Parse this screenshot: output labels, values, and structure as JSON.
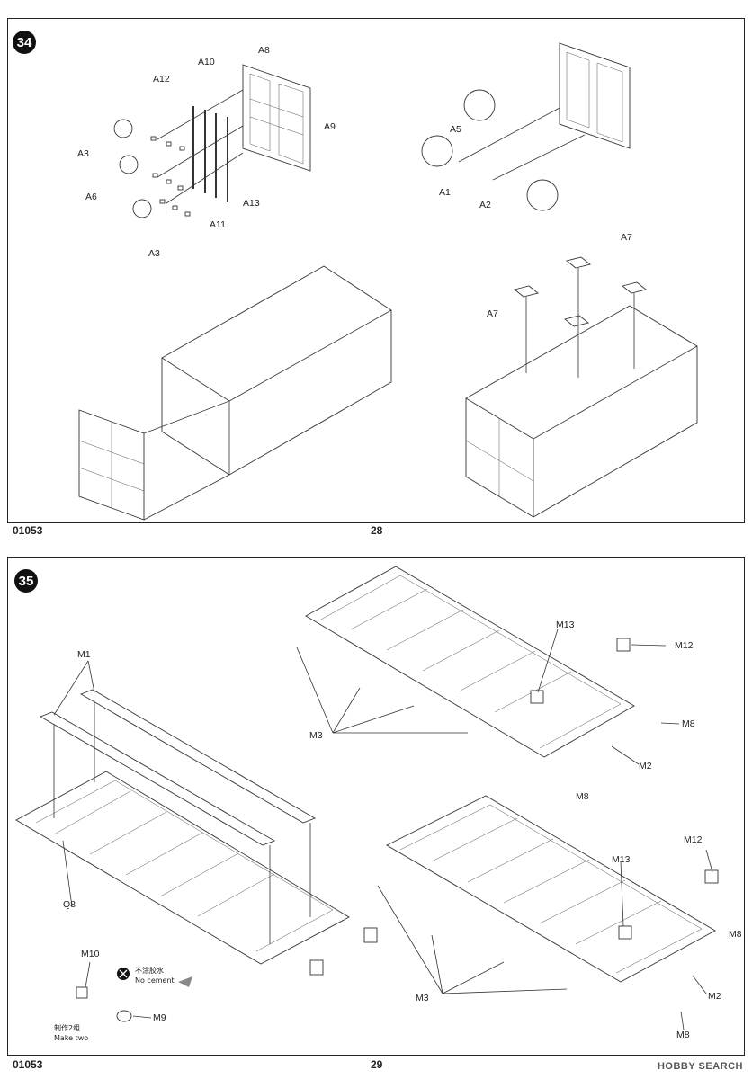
{
  "page28": {
    "step": "34",
    "doc_number": "01053",
    "page_number": "28",
    "labels": {
      "a8": "A8",
      "a9": "A9",
      "a10": "A10",
      "a11": "A11",
      "a12": "A12",
      "a13": "A13",
      "a3_top": "A3",
      "a3_bottom": "A3",
      "a6": "A6",
      "a5": "A5",
      "a1": "A1",
      "a2": "A2",
      "a7_right": "A7",
      "a7_left": "A7"
    }
  },
  "page29": {
    "step": "35",
    "doc_number": "01053",
    "page_number": "29",
    "labels": {
      "m1": "M1",
      "q8": "Q8",
      "m10": "M10",
      "m9": "M9",
      "no_cement_cn": "不涂胶水",
      "no_cement_en": "No cement",
      "make_two_cn": "制作2组",
      "make_two_en": "Make two",
      "m13_top": "M13",
      "m12_top": "M12",
      "m3_top": "M3",
      "m8_top_a": "M8",
      "m8_top_b": "M8",
      "m2_top": "M2",
      "m13_bottom": "M13",
      "m12_bottom": "M12",
      "m3_bottom": "M3",
      "m8_bottom_a": "M8",
      "m8_bottom_b": "M8",
      "m2_bottom": "M2"
    }
  },
  "watermark": "HOBBY SEARCH"
}
